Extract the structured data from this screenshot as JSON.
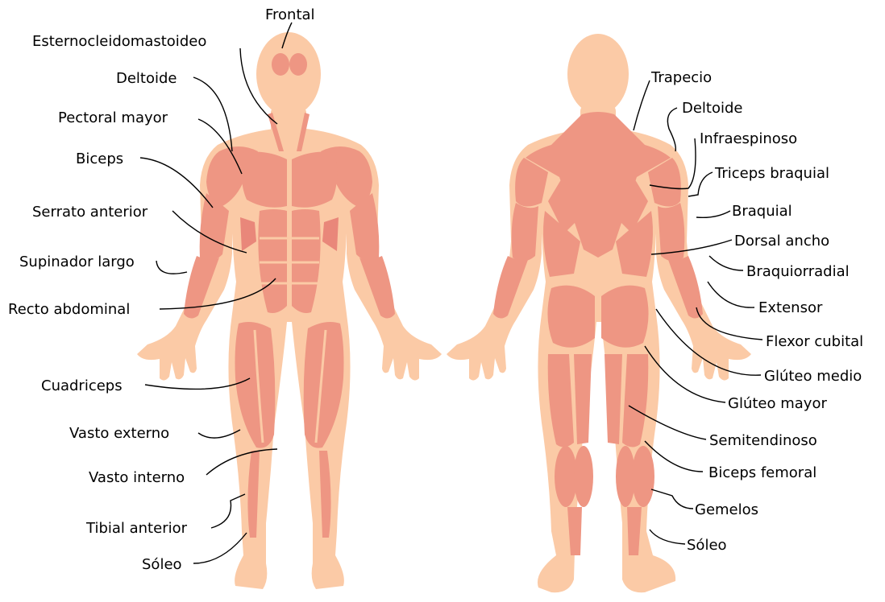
{
  "colors": {
    "skin": "#fbcaa6",
    "muscle": "#ee9683",
    "line": "#000000",
    "background": "#ffffff"
  },
  "front": {
    "labels": {
      "frontal": "Frontal",
      "esternocleidomastoideo": "Esternocleidomastoideo",
      "deltoide": "Deltoide",
      "pectoral_mayor": "Pectoral mayor",
      "biceps": "Biceps",
      "serrato_anterior": "Serrato anterior",
      "supinador_largo": "Supinador largo",
      "recto_abdominal": "Recto abdominal",
      "cuadriceps": "Cuadriceps",
      "vasto_externo": "Vasto externo",
      "vasto_interno": "Vasto interno",
      "tibial_anterior": "Tibial anterior",
      "soleo": "Sóleo"
    }
  },
  "back": {
    "labels": {
      "trapecio": "Trapecio",
      "deltoide": "Deltoide",
      "infraespinoso": "Infraespinoso",
      "triceps_braquial": "Triceps braquial",
      "braquial": "Braquial",
      "dorsal_ancho": "Dorsal ancho",
      "braquiorradial": "Braquiorradial",
      "extensor": "Extensor",
      "flexor_cubital": "Flexor cubital",
      "gluteo_medio": "Glúteo medio",
      "gluteo_mayor": "Glúteo mayor",
      "semitendinoso": "Semitendinoso",
      "biceps_femoral": "Biceps femoral",
      "gemelos": "Gemelos",
      "soleo": "Sóleo"
    }
  }
}
